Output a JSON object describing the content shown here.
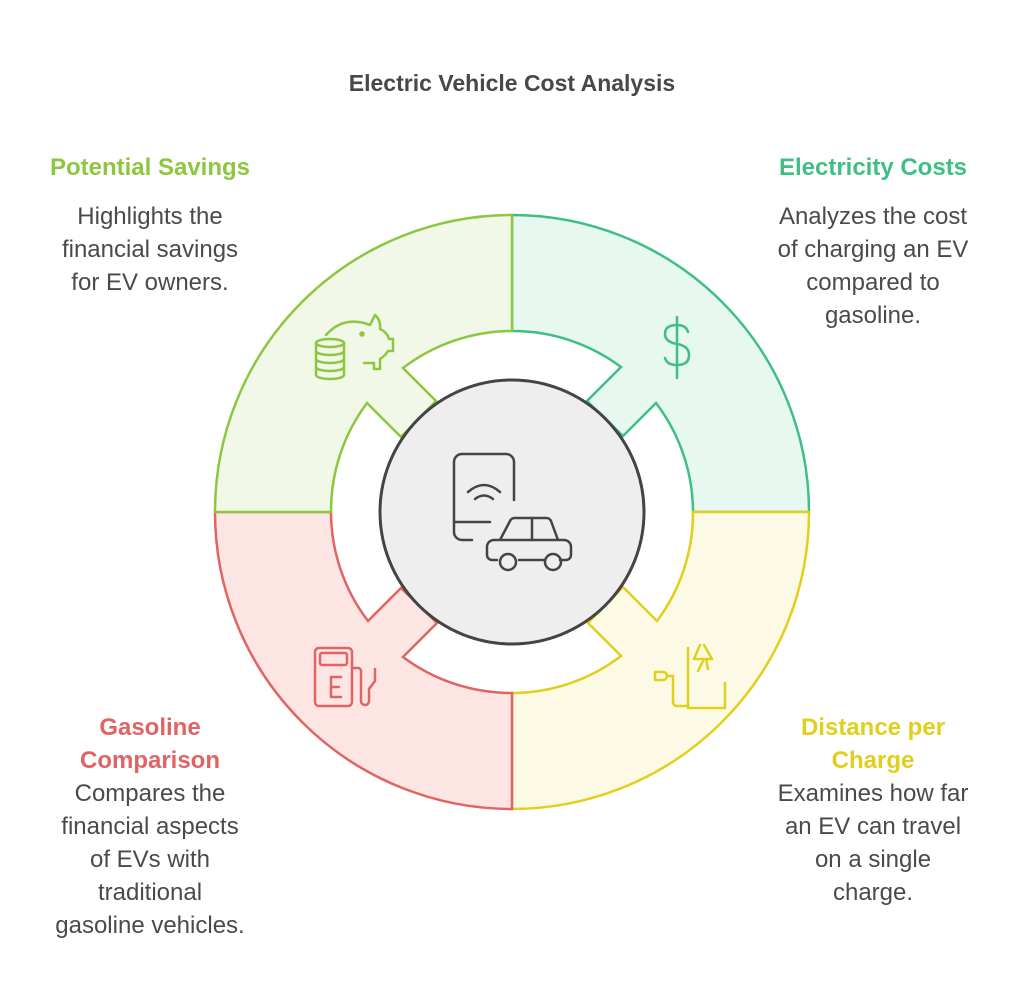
{
  "title": "Electric Vehicle Cost Analysis",
  "colors": {
    "savings": {
      "stroke": "#8dc63f",
      "fill": "#f1f8e7"
    },
    "electricity": {
      "stroke": "#3fbf85",
      "fill": "#e6f8ef"
    },
    "distance": {
      "stroke": "#e2cf1b",
      "fill": "#fcfae5"
    },
    "gasoline": {
      "stroke": "#e06464",
      "fill": "#fde5e3"
    },
    "center": {
      "stroke": "#444444",
      "fill": "#eeeeee"
    }
  },
  "sections": {
    "savings": {
      "title": [
        "Potential Savings"
      ],
      "lines": [
        "Highlights the",
        "financial savings",
        "for EV owners."
      ],
      "icon": "piggy-bank-coins-icon"
    },
    "electricity": {
      "title": [
        "Electricity Costs"
      ],
      "lines": [
        "Analyzes the cost",
        "of charging an EV",
        "compared to",
        "gasoline."
      ],
      "icon": "dollar-icon"
    },
    "gasoline": {
      "title": [
        "Gasoline",
        "Comparison"
      ],
      "lines": [
        "Compares the",
        "financial aspects",
        "of EVs with",
        "traditional",
        "gasoline vehicles."
      ],
      "icon": "fuel-pump-icon"
    },
    "distance": {
      "title": [
        "Distance per",
        "Charge"
      ],
      "lines": [
        "Examines how far",
        "an EV can travel",
        "on a single",
        "charge."
      ],
      "icon": "ev-charger-icon"
    }
  },
  "center_icon": "ev-charging-car-icon"
}
